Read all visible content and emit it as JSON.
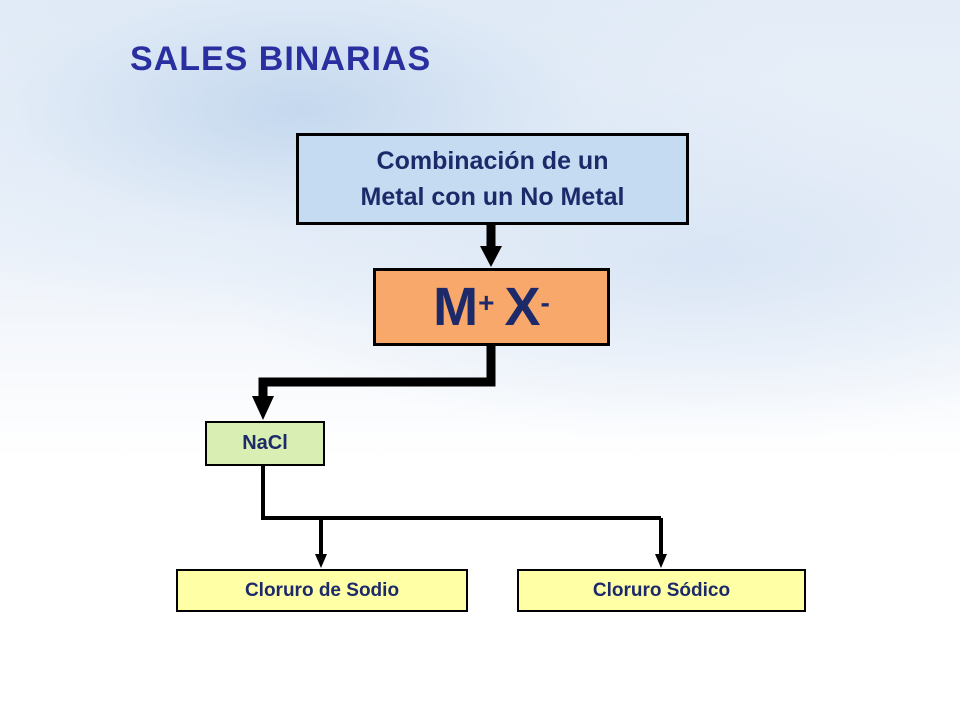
{
  "title": "SALES BINARIAS",
  "definition": {
    "line1": "Combinación de un",
    "line2": "Metal con un No Metal"
  },
  "formula": {
    "cation": "M",
    "cation_charge": "+",
    "anion": "X",
    "anion_charge": "-"
  },
  "example": "NaCl",
  "names": [
    "Cloruro de Sodio",
    "Cloruro Sódico"
  ],
  "colors": {
    "title": "#2a2fa0",
    "definition_box": "#c5dbf2",
    "formula_box": "#f8a86a",
    "example_box": "#d9eeb2",
    "name_box": "#ffffa6",
    "text": "#1d2a6a"
  }
}
